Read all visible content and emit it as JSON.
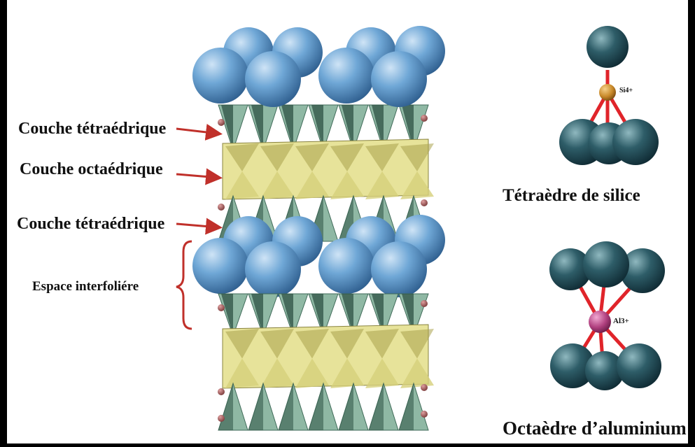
{
  "labels": {
    "tetra_top": "Couche tétraédrique",
    "octa": "Couche octaédrique",
    "tetra_bottom": "Couche tétraédrique",
    "interlayer": "Espace interfoliére",
    "silica_caption": "Tétraèdre de silice",
    "alumina_caption": "Octaèdre d’aluminium"
  },
  "ions": {
    "si": "Si4+",
    "al": "Al3+"
  },
  "colors": {
    "oxygen_large": "#6fa7d6",
    "tetra_face": "#8fb8a4",
    "tetra_dark": "#2e5244",
    "octa_face": "#e7e39a",
    "octa_dark": "#a9a24c",
    "ball": "#1f4a56",
    "si_atom": "#c98a2a",
    "al_atom": "#b0407f",
    "bond": "#e0242a",
    "arrow": "#c0302a"
  }
}
